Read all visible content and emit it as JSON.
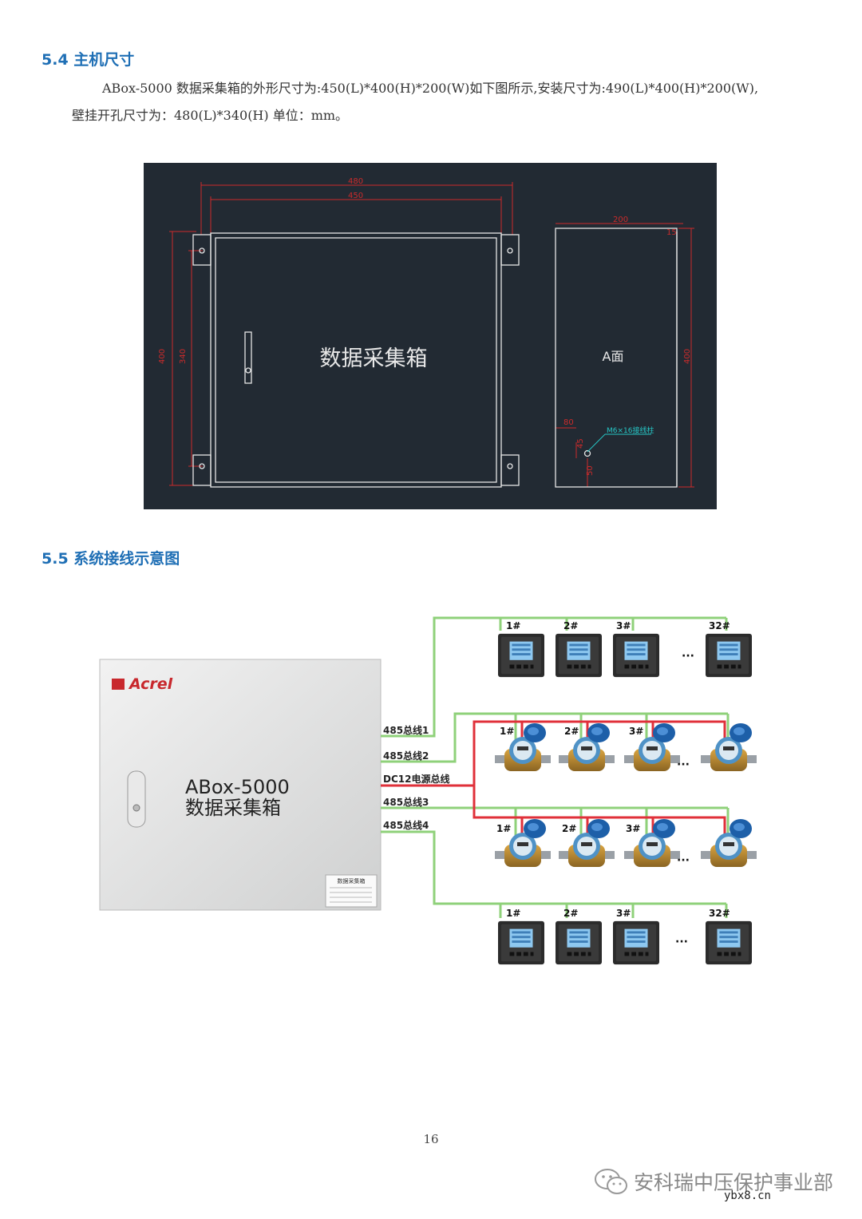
{
  "section_54": {
    "title": "5.4 主机尺寸",
    "para_line1": "ABox-5000 数据采集箱的外形尺寸为:450(L)*400(H)*200(W)如下图所示,安装尺寸为:490(L)*400(H)*200(W),",
    "para_line2": "壁挂开孔尺寸为：480(L)*340(H)  单位：mm。"
  },
  "cad": {
    "dim_top_outer": "480",
    "dim_top_inner": "450",
    "dim_left_outer": "400",
    "dim_left_inner": "340",
    "front_label": "数据采集箱",
    "side_dim_width": "200",
    "side_dim_small": "15",
    "side_label": "A面",
    "side_dim_height": "400",
    "terminal_note": "M6×16接线柱",
    "dim_80": "80",
    "dim_45": "45",
    "dim_50": "50"
  },
  "section_55": {
    "title": "5.5 系统接线示意图"
  },
  "wiring": {
    "box_brand": "Acrel",
    "box_model": "ABox-5000",
    "box_name": "数据采集箱",
    "label_sticker_title": "数据采集箱",
    "bus_labels": [
      "485总线1",
      "485总线2",
      "DC12电源总线",
      "485总线3",
      "485总线4"
    ],
    "meter_row1": [
      "1#",
      "2#",
      "3#",
      "32#"
    ],
    "water_row1": [
      "1#",
      "2#",
      "3#"
    ],
    "water_row2": [
      "1#",
      "2#",
      "3#"
    ],
    "meter_row2": [
      "1#",
      "2#",
      "3#",
      "32#"
    ],
    "ellipsis": "···",
    "colors": {
      "bus_green": "#8fd17a",
      "power_red": "#e0303a",
      "heading_blue": "#1f6fb5"
    }
  },
  "footer": {
    "page_number": "16",
    "watermark": "安科瑞中压保护事业部",
    "site": "ybx8.cn"
  }
}
